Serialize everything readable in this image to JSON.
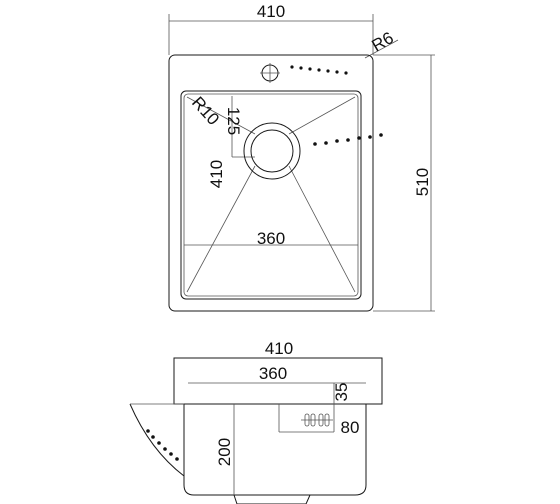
{
  "top_view": {
    "width_label": "410",
    "corner_radius_label": "R6",
    "inner_radius_label": "R10",
    "drain_offset_label": "125",
    "bowl_length_label": "410",
    "bowl_width_label": "360",
    "total_length_label": "510"
  },
  "side_view": {
    "width_label": "410",
    "bowl_width_label": "360",
    "flange_label": "35",
    "overflow_label": "80",
    "depth_label": "200"
  }
}
